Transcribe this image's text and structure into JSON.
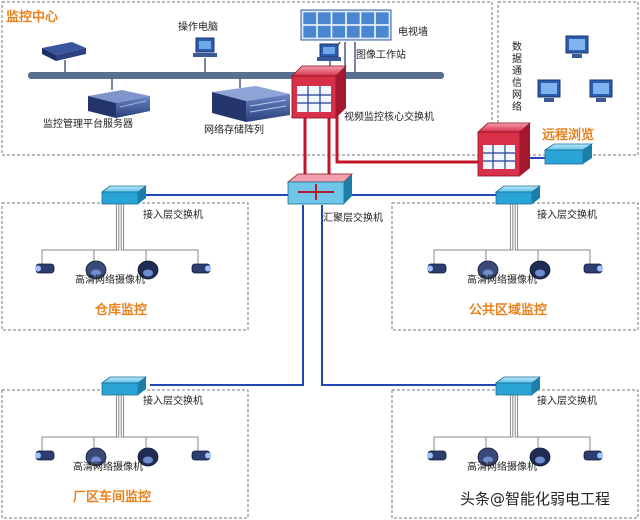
{
  "regions": {
    "monitoring_center": "监控中心",
    "remote_browse": "远程浏览",
    "warehouse": "仓库监控",
    "public_area": "公共区域监控",
    "factory_workshop": "厂区车间监控"
  },
  "labels": {
    "operator_pc": "操作电脑",
    "video_wall": "电视墙",
    "image_workstation": "图像工作站",
    "mgmt_server": "监控管理平台服务器",
    "storage_array": "网络存储阵列",
    "core_switch": "视频监控核心交换机",
    "agg_switch": "汇聚层交换机",
    "data_network": "数据通信网络",
    "access_switch": "接入层交换机",
    "hd_camera": "高清网络摄像机"
  },
  "watermark": "头条@智能化弱电工程",
  "colors": {
    "orange": "#e8821e",
    "fiber_red": "#c0162a",
    "copper_blue": "#2346b5",
    "switch_cyan": "#27a6d8",
    "switch_red": "#d9304a"
  }
}
